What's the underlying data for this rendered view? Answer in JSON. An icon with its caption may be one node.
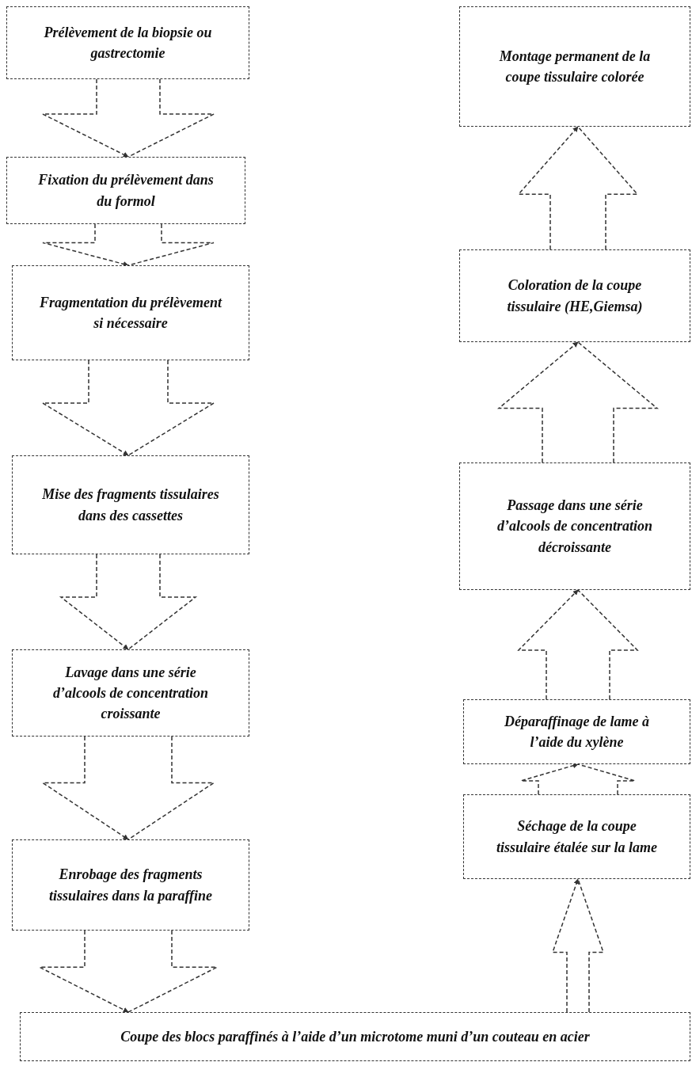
{
  "diagram": {
    "nodes": [
      {
        "text": [
          "Prélèvement de la biopsie ou gastrectomie"
        ]
      },
      {
        "text": [
          "Fixation du prélèvement dans du formol"
        ]
      },
      {
        "text": [
          "Fragmentation du prélèvement si nécessaire"
        ]
      },
      {
        "text": [
          "Mise des fragments tissulaires dans des cassettes"
        ]
      },
      {
        "text": [
          "Lavage dans une série d’alcools de concentration croissante"
        ]
      },
      {
        "text": [
          "Enrobage des fragments tissulaires dans la paraffine"
        ]
      },
      {
        "text": [
          "Coupe des blocs paraffinés à l’aide d’un microtome muni d’un couteau en acier"
        ]
      },
      {
        "text": [
          "Séchage de la coupe tissulaire étalée sur la lame"
        ]
      },
      {
        "text": [
          "Déparaffinage de lame à l’aide du xylène"
        ]
      },
      {
        "text": [
          "Passage dans une série d’alcools de concentration décroissante"
        ]
      },
      {
        "text": [
          "Coloration de la coupe tissulaire (HE,Giemsa)"
        ]
      },
      {
        "text": [
          "Montage permanent de la coupe tissulaire colorée"
        ]
      }
    ],
    "edges": [
      {
        "from": 0,
        "to": 1,
        "arrow": "to",
        "style": "dashed"
      },
      {
        "from": 1,
        "to": 2,
        "arrow": "to",
        "style": "dashed"
      },
      {
        "from": 2,
        "to": 3,
        "arrow": "to",
        "style": "dashed"
      },
      {
        "from": 3,
        "to": 4,
        "arrow": "to",
        "style": "dashed"
      },
      {
        "from": 4,
        "to": 5,
        "arrow": "to",
        "style": "dashed"
      },
      {
        "from": 5,
        "to": 6,
        "arrow": "to",
        "style": "dashed"
      },
      {
        "from": 6,
        "to": 7,
        "arrow": "to",
        "style": "dashed"
      },
      {
        "from": 7,
        "to": 8,
        "arrow": "to",
        "style": "dashed"
      },
      {
        "from": 8,
        "to": 9,
        "arrow": "to",
        "style": "dashed"
      },
      {
        "from": 9,
        "to": 10,
        "arrow": "to",
        "style": "dashed"
      },
      {
        "from": 10,
        "to": 11,
        "arrow": "to",
        "style": "dashed"
      }
    ]
  }
}
